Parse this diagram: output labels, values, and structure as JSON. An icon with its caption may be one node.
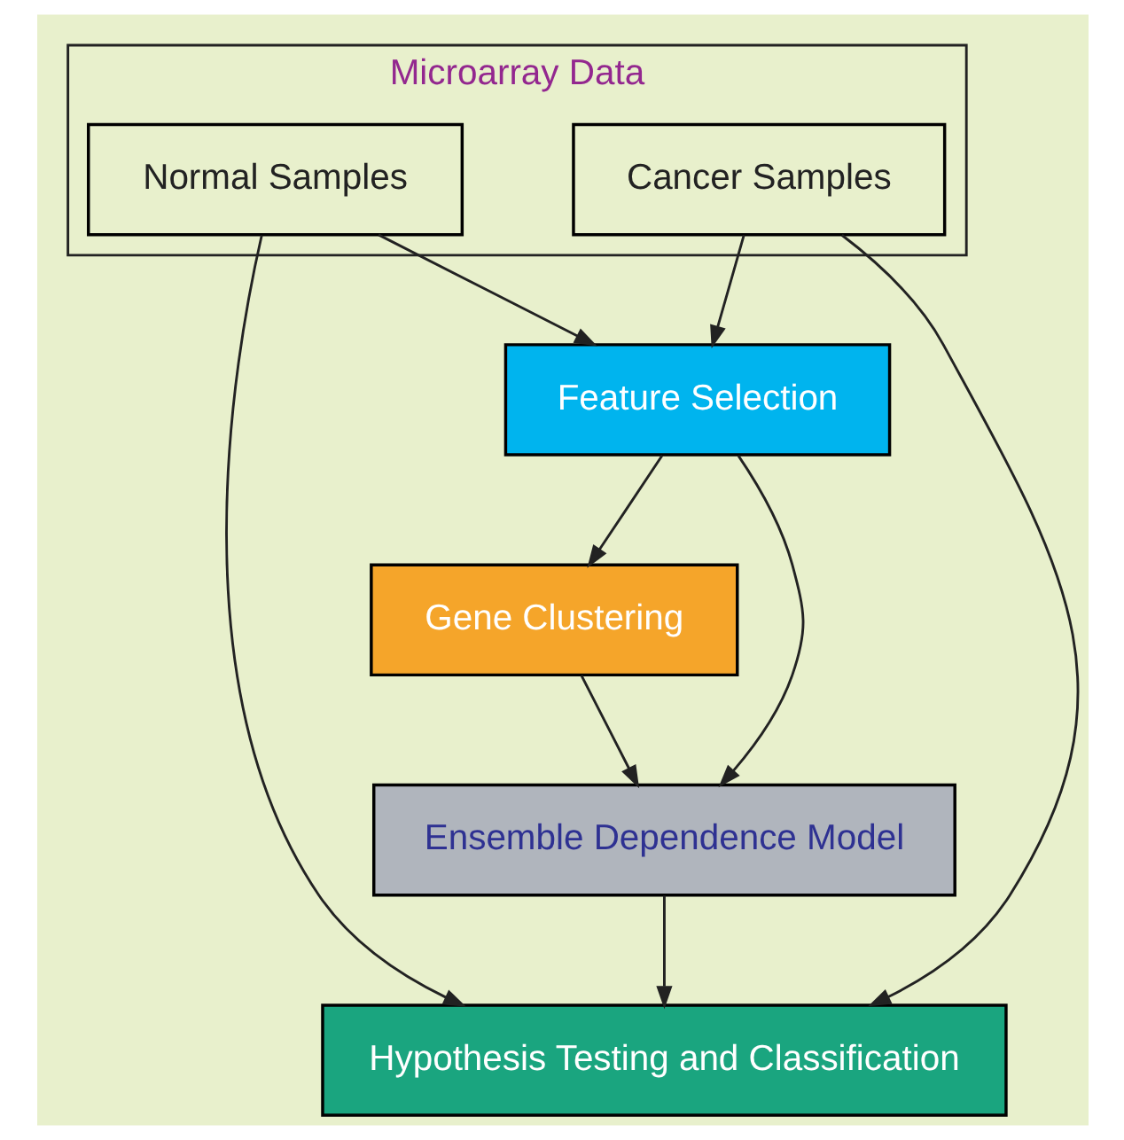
{
  "diagram": {
    "nodes": [
      {
        "text": [
          "Microarray Data"
        ]
      },
      {
        "text": [
          "Normal Samples"
        ],
        "in": 0
      },
      {
        "text": [
          "Cancer Samples"
        ],
        "in": 0
      },
      {
        "text": [
          "Feature Selection"
        ]
      },
      {
        "text": [
          "Gene Clustering"
        ]
      },
      {
        "text": [
          "Ensemble Dependence Model"
        ]
      },
      {
        "text": [
          "Hypothesis Testing and Classification"
        ]
      }
    ],
    "edges": [
      {
        "from": 1,
        "to": 3,
        "arrow": "to"
      },
      {
        "from": 2,
        "to": 3,
        "arrow": "to"
      },
      {
        "from": 1,
        "to": 6,
        "arrow": "to"
      },
      {
        "from": 2,
        "to": 6,
        "arrow": "to"
      },
      {
        "from": 3,
        "to": 4,
        "arrow": "to"
      },
      {
        "from": 3,
        "to": 5,
        "arrow": "to"
      },
      {
        "from": 4,
        "to": 5,
        "arrow": "to"
      },
      {
        "from": 5,
        "to": 6,
        "arrow": "to"
      }
    ]
  }
}
